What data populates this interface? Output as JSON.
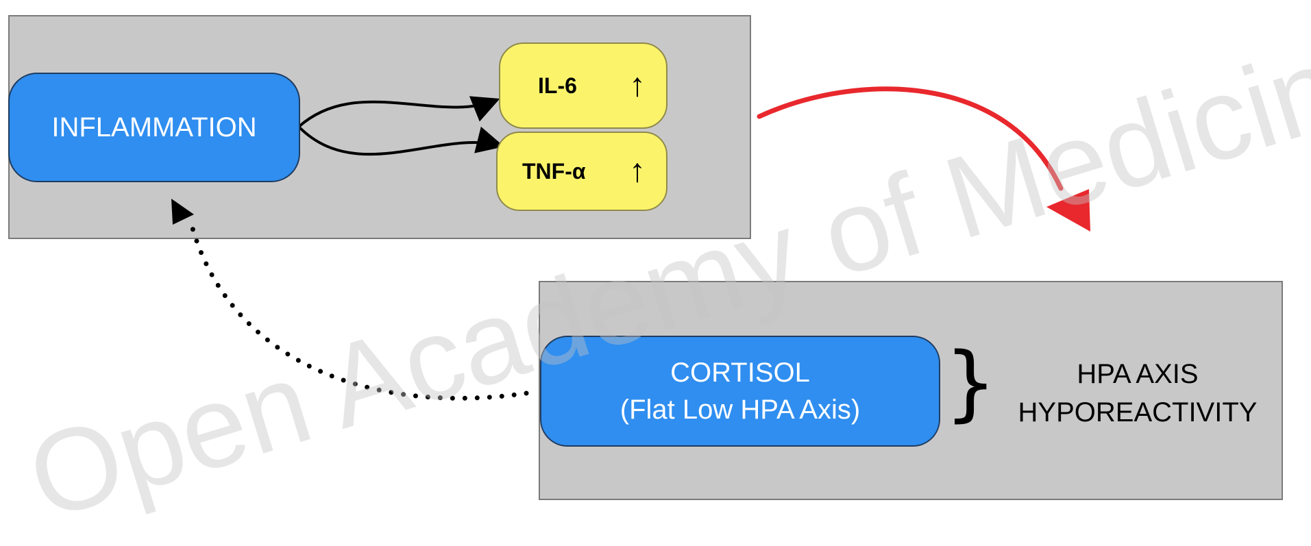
{
  "nodes": {
    "inflammation": "INFLAMMATION",
    "il6": "IL-6",
    "il6_trend": "↑",
    "tnf": "TNF-α",
    "tnf_trend": "↑",
    "cortisol_line1": "CORTISOL",
    "cortisol_line2": "(Flat Low HPA Axis)",
    "hpa_line1": "HPA AXIS",
    "hpa_line2": "HYPOREACTIVITY",
    "brace": "}"
  },
  "watermark": "Open Academy of Medicine",
  "colors": {
    "panel": "#c9c8c9",
    "node_blue": "#2f8ef0",
    "node_yellow": "#fbf46b",
    "red_arrow": "#e8282d"
  },
  "connectors": [
    {
      "from": "inflammation",
      "to": "il6",
      "style": "solid"
    },
    {
      "from": "inflammation",
      "to": "tnf",
      "style": "solid"
    },
    {
      "from": "top-panel",
      "to": "bottom-panel",
      "style": "red-curved"
    },
    {
      "from": "cortisol",
      "to": "inflammation",
      "style": "dotted"
    }
  ]
}
